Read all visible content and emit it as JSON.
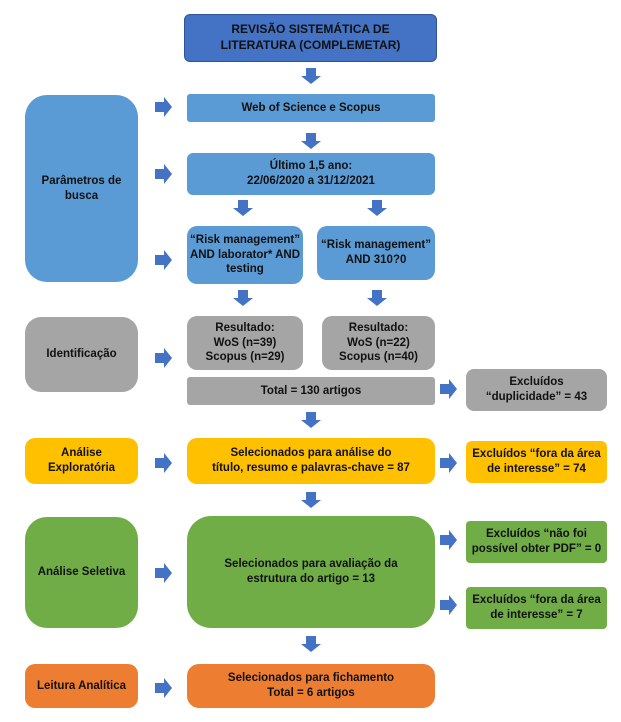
{
  "colors": {
    "dark_blue": "#4472c4",
    "light_blue": "#5b9bd5",
    "gray": "#a5a5a5",
    "yellow": "#ffc000",
    "green": "#70ad47",
    "orange": "#ed7d31",
    "arrow": "#4472c4"
  },
  "title": "REVISÃO SISTEMÁTICA DE\nLITERATURA (COMPLEMETAR)",
  "stages": {
    "parametros": "Parâmetros de\nbusca",
    "identificacao": "Identificação",
    "exploratoria": "Análise\nExploratória",
    "seletiva": "Análise Seletiva",
    "leitura": "Leitura Analítica"
  },
  "search": {
    "databases": "Web of Science e Scopus",
    "period": "Último 1,5 ano:\n22/06/2020 a 31/12/2021",
    "query_1": "“Risk management”\nAND laborator* AND\ntesting",
    "query_2": "“Risk management”\nAND 310?0"
  },
  "identification": {
    "result_1": "Resultado:\nWoS (n=39)\nScopus (n=29)",
    "result_2": "Resultado:\nWoS (n=22)\nScopus (n=40)",
    "total": "Total = 130 artigos",
    "excluded_duplicates": "Excluídos\n“duplicidade” = 43"
  },
  "exploratory": {
    "selected": "Selecionados para análise do\ntítulo, resumo e palavras-chave = 87",
    "excluded": "Excluídos “fora da área\nde interesse” = 74"
  },
  "selective": {
    "selected": "Selecionados para avaliação da\nestrutura do artigo = 13",
    "excluded_pdf": "Excluídos “não foi\npossível obter PDF” = 0",
    "excluded_area": "Excluídos “fora da área\nde interesse” = 7"
  },
  "analytic": {
    "selected": "Selecionados para fichamento\nTotal = 6 artigos"
  }
}
